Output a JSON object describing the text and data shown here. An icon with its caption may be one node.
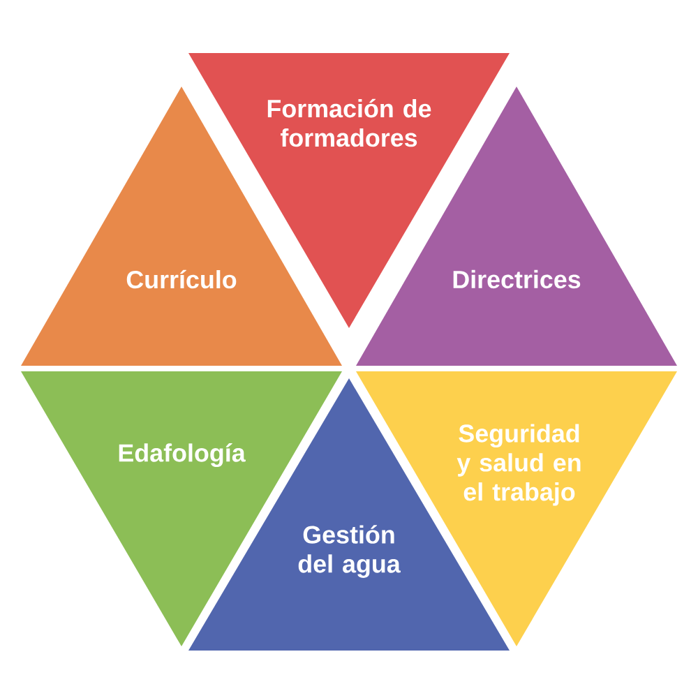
{
  "diagram": {
    "nodes": [
      {
        "text": [
          "Formación de formadores"
        ]
      },
      {
        "text": [
          "Currículo"
        ]
      },
      {
        "text": [
          "Directrices"
        ]
      },
      {
        "text": [
          "Edafología"
        ]
      },
      {
        "text": [
          "Seguridad y salud en el trabajo"
        ]
      },
      {
        "text": [
          "Gestión del agua"
        ]
      }
    ]
  }
}
